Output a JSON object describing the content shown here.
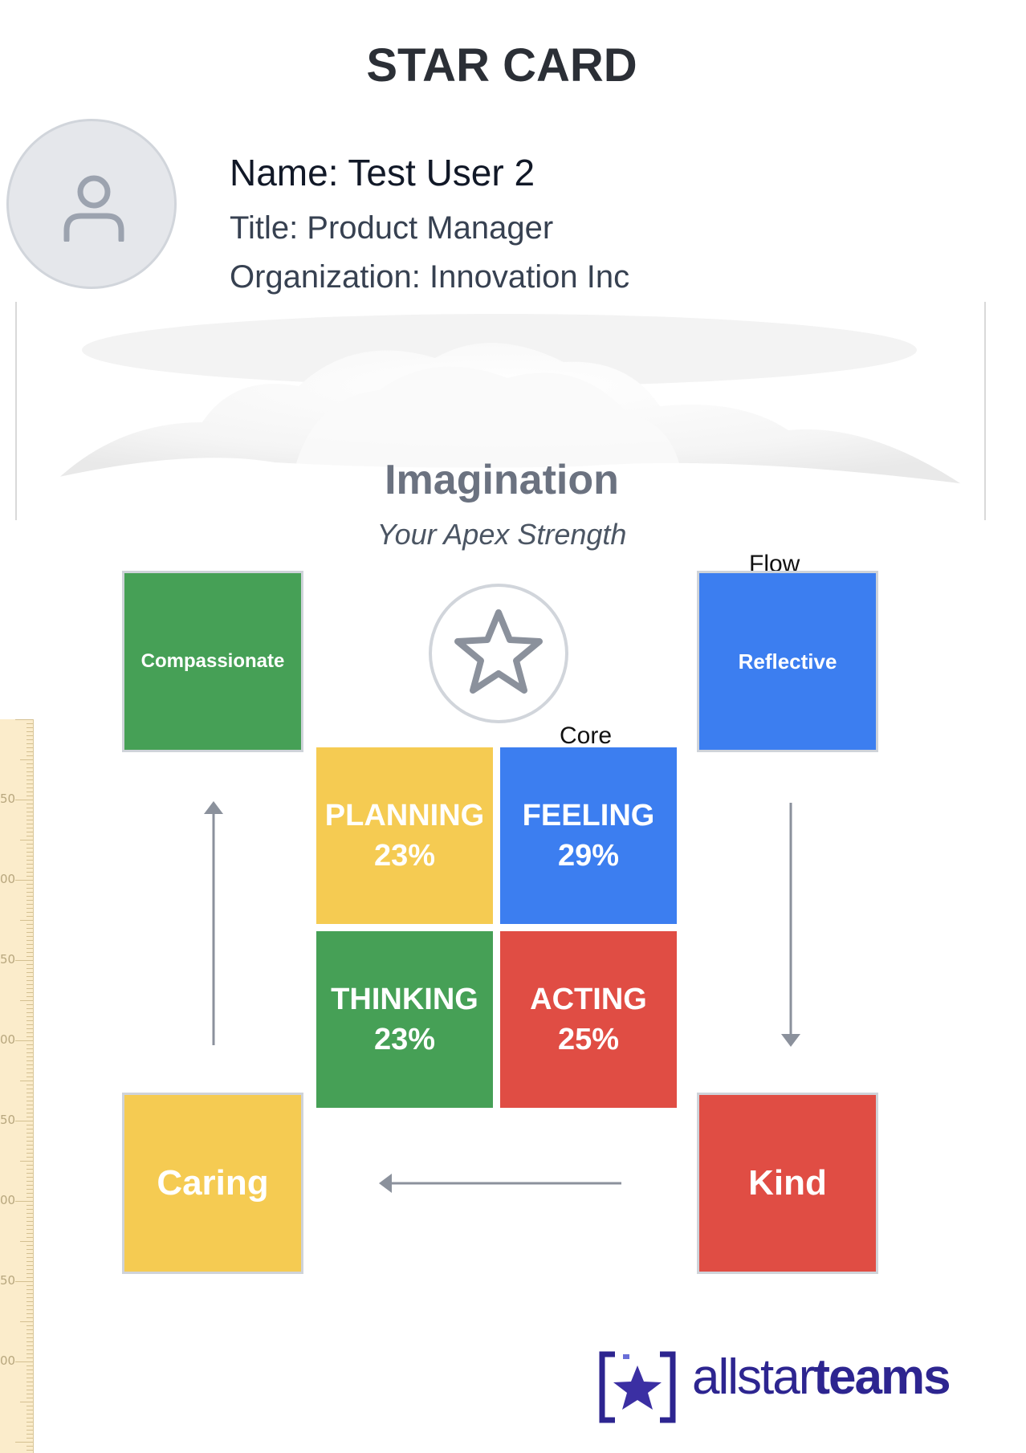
{
  "card": {
    "title": "STAR CARD"
  },
  "profile": {
    "name": "Name: Test User 2",
    "title": "Title: Product Manager",
    "organization": "Organization: Innovation Inc",
    "avatar_icon": "user-icon"
  },
  "apex": {
    "title": "Imagination",
    "subtitle": "Your Apex Strength",
    "icon": "star-icon"
  },
  "labels": {
    "flow": "Flow",
    "core": "Core"
  },
  "flow": {
    "top_left": "Compassionate",
    "top_right": "Reflective",
    "bottom_left": "Caring",
    "bottom_right": "Kind"
  },
  "core": {
    "planning": {
      "label": "PLANNING",
      "value": "23%"
    },
    "feeling": {
      "label": "FEELING",
      "value": "29%"
    },
    "thinking": {
      "label": "THINKING",
      "value": "23%"
    },
    "acting": {
      "label": "ACTING",
      "value": "25%"
    }
  },
  "colors": {
    "green": "#46a056",
    "blue": "#3c7ef0",
    "yellow": "#f5cb52",
    "red": "#e04d44"
  },
  "ruler": {
    "ticks": [
      "50",
      "00",
      "50",
      "00",
      "50",
      "00",
      "50",
      "00"
    ]
  },
  "logo": {
    "text_light": "allstar",
    "text_bold": "teams",
    "icon": "allstarteams-logo-icon"
  }
}
